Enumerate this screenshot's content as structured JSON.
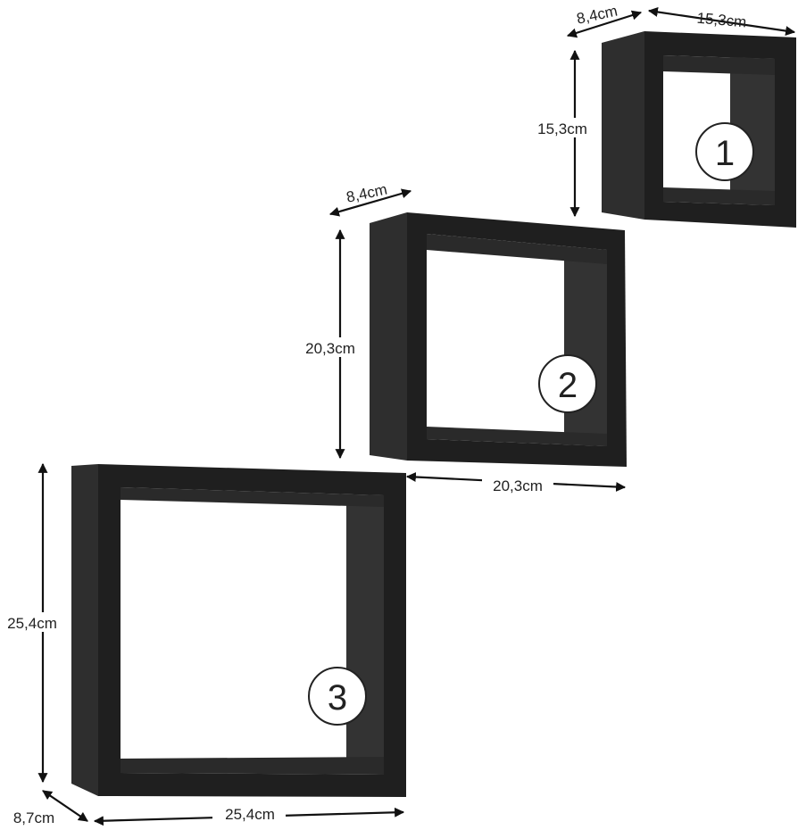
{
  "colors": {
    "shelf_dark": "#1f1f1f",
    "shelf_side": "#2e2e2e",
    "shelf_inner": "#333333",
    "background": "#ffffff",
    "badge_fill": "#ffffff",
    "line": "#111111"
  },
  "shelves": [
    {
      "number": "1",
      "width_label": "15,3cm",
      "height_label": "15,3cm",
      "depth_label": "8,4cm"
    },
    {
      "number": "2",
      "width_label": "20,3cm",
      "height_label": "20,3cm",
      "depth_label": "8,4cm"
    },
    {
      "number": "3",
      "width_label": "25,4cm",
      "height_label": "25,4cm",
      "depth_label": "8,7cm"
    }
  ]
}
